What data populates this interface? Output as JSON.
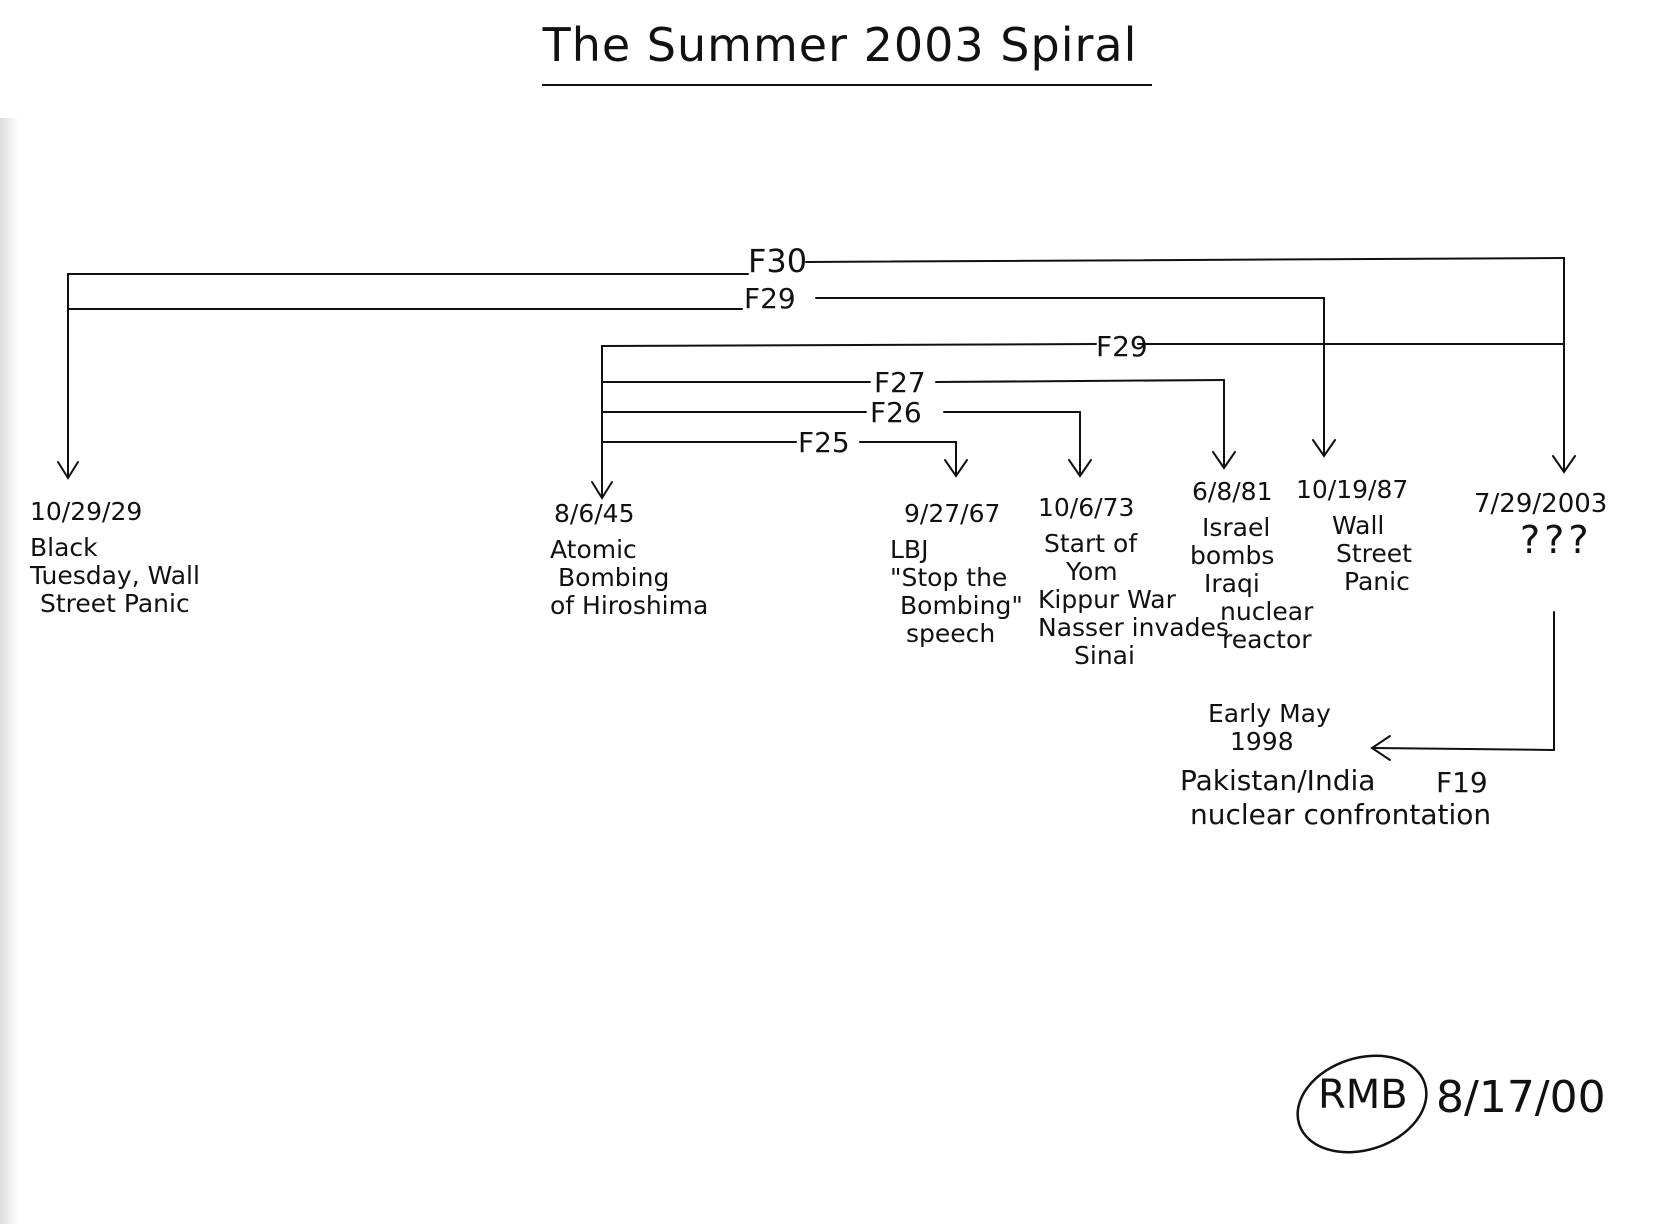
{
  "title": "The Summer 2003 Spiral",
  "links": [
    {
      "label": "F30",
      "from": "10/29/29",
      "to": "7/29/2003"
    },
    {
      "label": "F29",
      "from": "10/29/29",
      "to": "10/19/87"
    },
    {
      "label": "F29",
      "from": "8/6/45",
      "to": "7/29/2003"
    },
    {
      "label": "F27",
      "from": "8/6/45",
      "to": "6/8/81"
    },
    {
      "label": "F26",
      "from": "8/6/45",
      "to": "10/6/73"
    },
    {
      "label": "F25",
      "from": "8/6/45",
      "to": "9/27/67"
    },
    {
      "label": "F19",
      "from": "7/29/2003",
      "to": "Early May 1998"
    }
  ],
  "events": [
    {
      "date": "10/29/29",
      "lines": [
        "Black",
        "Tuesday, Wall",
        "Street Panic"
      ]
    },
    {
      "date": "8/6/45",
      "lines": [
        "Atomic",
        "Bombing",
        "of Hiroshima"
      ]
    },
    {
      "date": "9/27/67",
      "lines": [
        "LBJ",
        "\"Stop the",
        "Bombing\"",
        "speech"
      ]
    },
    {
      "date": "10/6/73",
      "lines": [
        "Start of",
        "Yom",
        "Kippur War",
        "Nasser invades",
        "Sinai"
      ]
    },
    {
      "date": "6/8/81",
      "lines": [
        "Israel",
        "bombs",
        "Iraqi",
        "nuclear",
        "reactor"
      ]
    },
    {
      "date": "10/19/87",
      "lines": [
        "Wall",
        "Street",
        "Panic"
      ]
    },
    {
      "date": "7/29/2003",
      "lines": [
        "???"
      ]
    }
  ],
  "branch_event": {
    "date_lines": [
      "Early May",
      "1998"
    ],
    "lines": [
      "Pakistan/India",
      "nuclear confrontation"
    ]
  },
  "signature": {
    "initials": "RMB",
    "date": "8/17/00"
  }
}
